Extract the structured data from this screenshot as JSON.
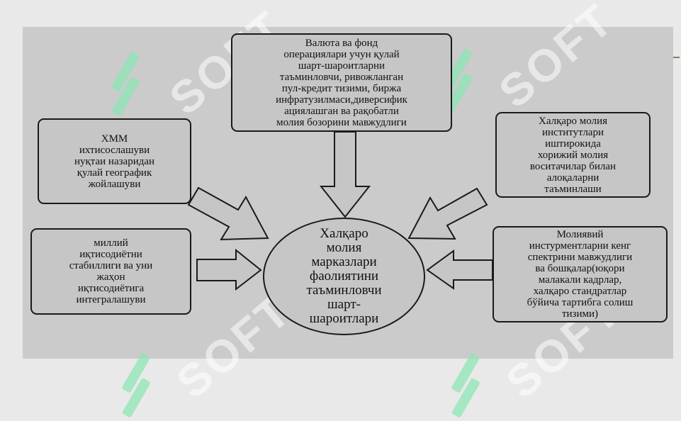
{
  "diagram": {
    "center": {
      "text": "Халқаро\nмолия\nмарказлари\nфаолиятини\nтаъминловчи\nшарт-\nшароитлари"
    },
    "boxes": {
      "top": "Валюта ва фонд\nоперациялари учун қулай\nшарт-шароитларни\nтаъминловчи, ривожланган\nпул-кредит тизими, биржа\nинфратузилмаси,диверсифик\nациялашган ва  рақобатли\nмолия бозорини мавжудлиги",
      "upper_left": "ХММ\nихтисослашуви\nнуқтаи назаридан\nқулай географик\nжойлашуви",
      "lower_left": "миллий\nиқтисодиётни\nстабиллиги ва уни\nжаҳон\nиқтисодиётига\nинтегралашуви",
      "upper_right": "Халқаро молия\nинститутлари\nиштирокида\nхорижий молия\nвоситачилар билан\nалоқаларни\nтаъминлаши",
      "lower_right": "Молиявий\nинстурментларни кенг\nспектрини мавжудлиги\nва бошқалар(юқори\nмалакали кадрлар,\nхалқаро стандратлар\nбўйича тартибга солиш\nтизими)"
    }
  },
  "watermark": {
    "text": "SOFT"
  },
  "colors": {
    "panel": "#cbcbcb",
    "box_fill": "#c6c6c6",
    "border": "#1a1a1a",
    "watermark_logo": "#8ce6b4"
  }
}
